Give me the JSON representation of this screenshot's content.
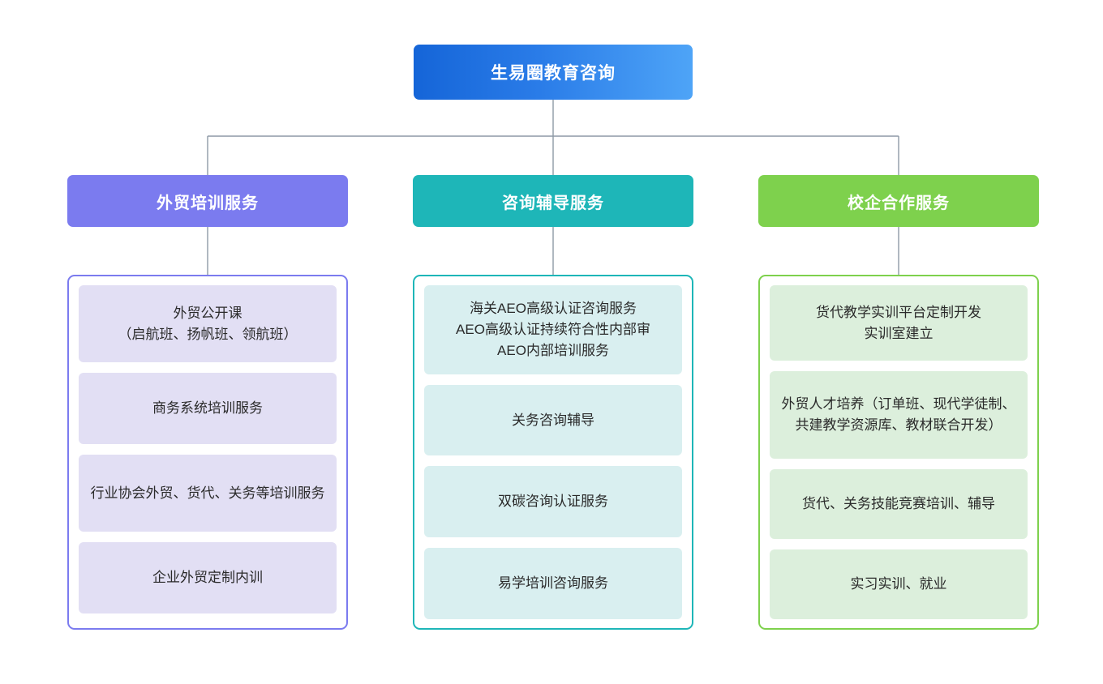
{
  "diagram": {
    "type": "organization-chart",
    "title": "生易圈教育咨询",
    "root": {
      "label": "生易圈教育咨询",
      "color": "#1565d8",
      "color_to": "#4ea4f7"
    },
    "branches": [
      {
        "id": "training",
        "label": "外贸培训服务",
        "color": "#7b7bef",
        "item_fill": "#e2dff4",
        "items": [
          {
            "label": "外贸公开课\n（启航班、扬帆班、领航班）",
            "lines": 2
          },
          {
            "label": "商务系统培训服务",
            "lines": 1
          },
          {
            "label": "行业协会外贸、货代、关务等培训服务",
            "lines": 2
          },
          {
            "label": "企业外贸定制内训",
            "lines": 1
          }
        ]
      },
      {
        "id": "consulting",
        "label": "咨询辅导服务",
        "color": "#1eb6b8",
        "item_fill": "#d9eff0",
        "items": [
          {
            "label": "海关AEO高级认证咨询服务\nAEO高级认证持续符合性内部审\nAEO内部培训服务",
            "lines": 3
          },
          {
            "label": "关务咨询辅导",
            "lines": 1
          },
          {
            "label": "双碳咨询认证服务",
            "lines": 1
          },
          {
            "label": "易学培训咨询服务",
            "lines": 1
          }
        ]
      },
      {
        "id": "school-enterprise",
        "label": "校企合作服务",
        "color": "#7ed14d",
        "item_fill": "#dcefdc",
        "items": [
          {
            "label": "货代教学实训平台定制开发\n实训室建立",
            "lines": 2
          },
          {
            "label": "外贸人才培养（订单班、现代学徒制、共建教学资源库、教材联合开发）",
            "lines": 3
          },
          {
            "label": "货代、关务技能竞赛培训、辅导",
            "lines": 1
          },
          {
            "label": "实习实训、就业",
            "lines": 1
          }
        ]
      }
    ],
    "connector_color": "#8d99a6"
  }
}
